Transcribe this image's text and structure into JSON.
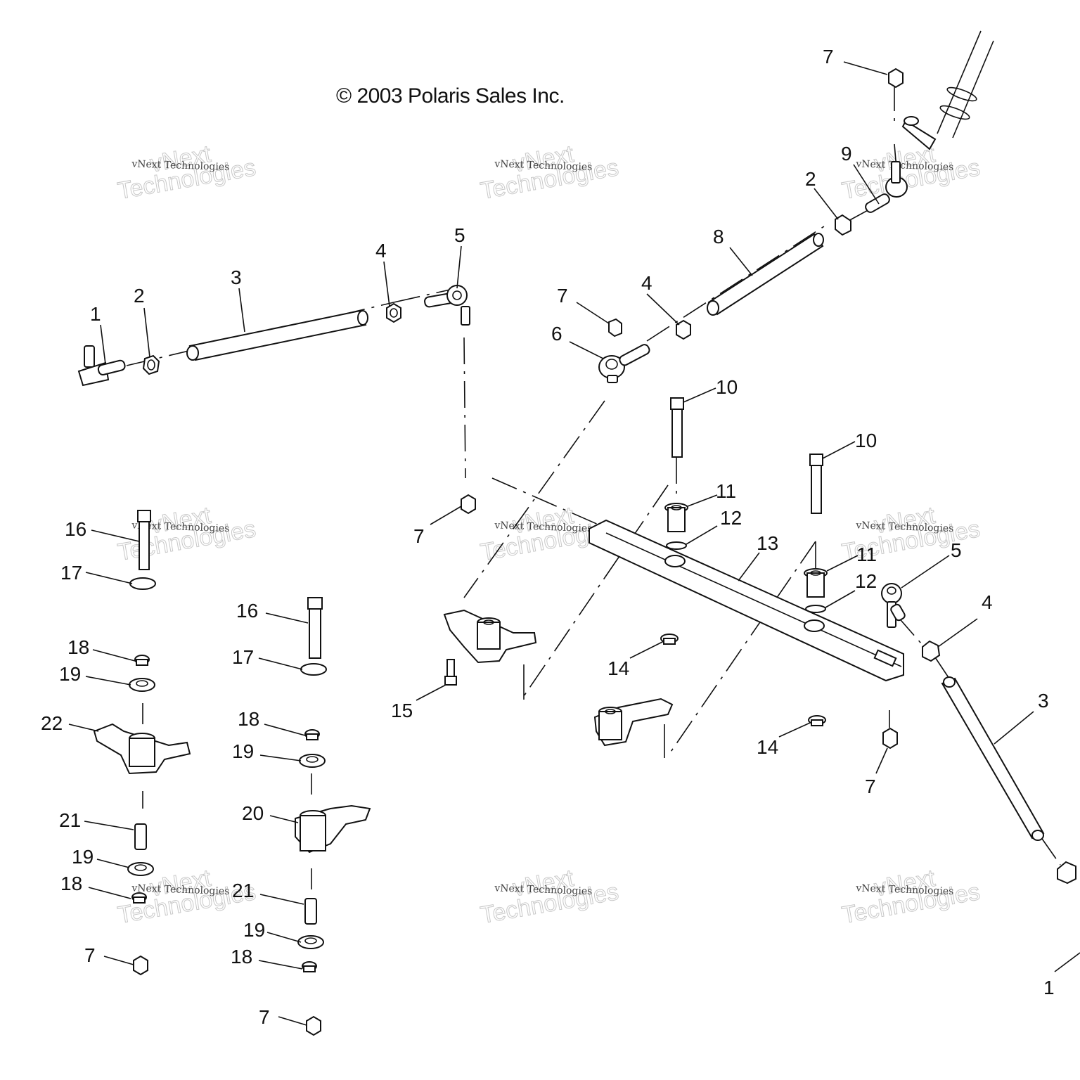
{
  "diagram": {
    "copyright": "© 2003 Polaris Sales Inc.",
    "watermark": {
      "small": "vNext Technologies",
      "big_top": "vNext",
      "big_bottom": "Technologies"
    },
    "callouts": [
      {
        "id": "c1a",
        "label": "1",
        "part": "tie-rod-end"
      },
      {
        "id": "c2a",
        "label": "2",
        "part": "jam-nut"
      },
      {
        "id": "c3a",
        "label": "3",
        "part": "tie-rod"
      },
      {
        "id": "c4a",
        "label": "4",
        "part": "jam-nut"
      },
      {
        "id": "c5a",
        "label": "5",
        "part": "tie-rod-end"
      },
      {
        "id": "c7a",
        "label": "7",
        "part": "lock-nut"
      },
      {
        "id": "c9",
        "label": "9",
        "part": "tie-rod-end"
      },
      {
        "id": "c2b",
        "label": "2",
        "part": "jam-nut"
      },
      {
        "id": "c8",
        "label": "8",
        "part": "tie-rod"
      },
      {
        "id": "c4b",
        "label": "4",
        "part": "jam-nut"
      },
      {
        "id": "c7b",
        "label": "7",
        "part": "lock-nut"
      },
      {
        "id": "c6",
        "label": "6",
        "part": "tie-rod-end"
      },
      {
        "id": "c10a",
        "label": "10",
        "part": "bolt"
      },
      {
        "id": "c10b",
        "label": "10",
        "part": "bolt"
      },
      {
        "id": "c11a",
        "label": "11",
        "part": "bushing"
      },
      {
        "id": "c12a",
        "label": "12",
        "part": "o-ring"
      },
      {
        "id": "c13",
        "label": "13",
        "part": "steering-bar"
      },
      {
        "id": "c11b",
        "label": "11",
        "part": "bushing"
      },
      {
        "id": "c12b",
        "label": "12",
        "part": "o-ring"
      },
      {
        "id": "c5b",
        "label": "5",
        "part": "tie-rod-end"
      },
      {
        "id": "c4c",
        "label": "4",
        "part": "jam-nut"
      },
      {
        "id": "c3b",
        "label": "3",
        "part": "tie-rod"
      },
      {
        "id": "c7c",
        "label": "7",
        "part": "lock-nut"
      },
      {
        "id": "c14a",
        "label": "14",
        "part": "nut"
      },
      {
        "id": "c14b",
        "label": "14",
        "part": "nut"
      },
      {
        "id": "c15",
        "label": "15",
        "part": "bolt"
      },
      {
        "id": "c7d",
        "label": "7",
        "part": "lock-nut"
      },
      {
        "id": "c1b",
        "label": "1",
        "part": "tie-rod-end"
      },
      {
        "id": "c16a",
        "label": "16",
        "part": "bolt"
      },
      {
        "id": "c17a",
        "label": "17",
        "part": "washer"
      },
      {
        "id": "c18a",
        "label": "18",
        "part": "nut"
      },
      {
        "id": "c19a",
        "label": "19",
        "part": "bushing"
      },
      {
        "id": "c22",
        "label": "22",
        "part": "steering-arm"
      },
      {
        "id": "c21a",
        "label": "21",
        "part": "sleeve"
      },
      {
        "id": "c19b",
        "label": "19",
        "part": "bushing"
      },
      {
        "id": "c18b",
        "label": "18",
        "part": "nut"
      },
      {
        "id": "c7e",
        "label": "7",
        "part": "lock-nut"
      },
      {
        "id": "c16b",
        "label": "16",
        "part": "bolt"
      },
      {
        "id": "c17b",
        "label": "17",
        "part": "washer"
      },
      {
        "id": "c18c",
        "label": "18",
        "part": "nut"
      },
      {
        "id": "c19c",
        "label": "19",
        "part": "bushing"
      },
      {
        "id": "c20",
        "label": "20",
        "part": "steering-arm"
      },
      {
        "id": "c21b",
        "label": "21",
        "part": "sleeve"
      },
      {
        "id": "c19d",
        "label": "19",
        "part": "bushing"
      },
      {
        "id": "c18d",
        "label": "18",
        "part": "nut"
      },
      {
        "id": "c7f",
        "label": "7",
        "part": "lock-nut"
      }
    ]
  }
}
